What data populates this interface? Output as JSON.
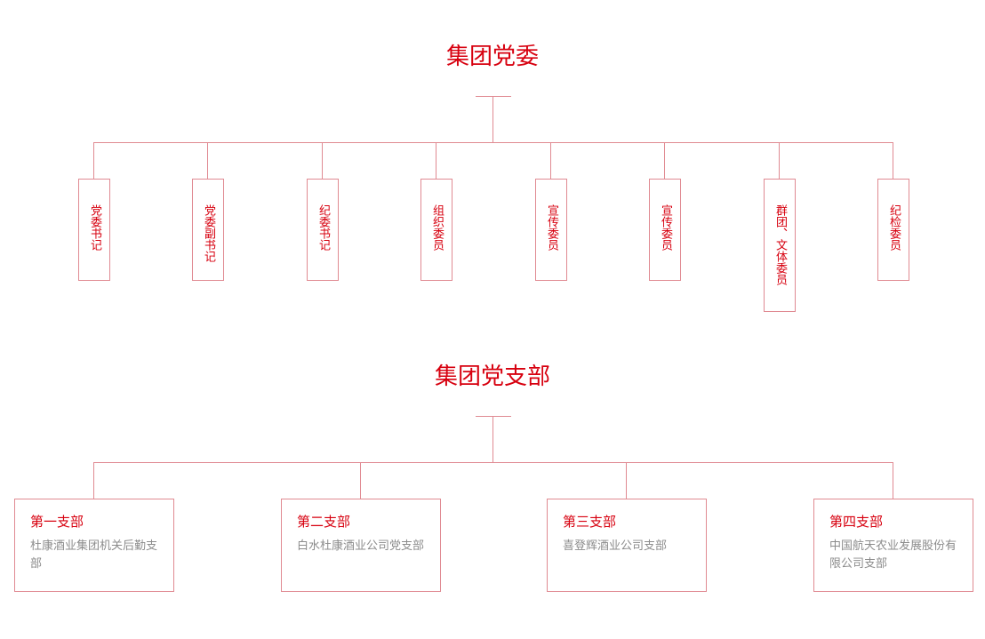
{
  "committee": {
    "title": "集团党委",
    "members": [
      "党委书记",
      "党委副书记",
      "纪委书记",
      "组织委员",
      "宣传委员",
      "宣传委员",
      "群团、文体委员",
      "纪检委员"
    ]
  },
  "branches": {
    "title": "集团党支部",
    "items": [
      {
        "name": "第一支部",
        "desc": "杜康酒业集团机关后勤支部"
      },
      {
        "name": "第二支部",
        "desc": "白水杜康酒业公司党支部"
      },
      {
        "name": "第三支部",
        "desc": "喜登辉酒业公司支部"
      },
      {
        "name": "第四支部",
        "desc": "中国航天农业发展股份有限公司支部"
      }
    ]
  },
  "colors": {
    "accent": "#d7000f",
    "line": "#e08a92",
    "desc_text": "#8c8c8c"
  }
}
